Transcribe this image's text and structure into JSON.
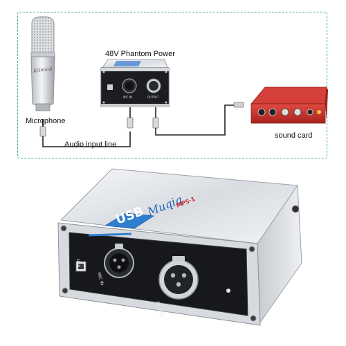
{
  "diagram": {
    "microphone_label": "Microphone",
    "phantom_label": "48V Phantom Power",
    "audio_line_label": "Audio input line",
    "sound_card_label": "sound card",
    "small_box": {
      "mic_in": "MIC IN",
      "output": "OUTPUT"
    }
  },
  "product": {
    "brand": "Muqiq",
    "model": "MPS-1",
    "usb_badge": "USB",
    "port_usb": "USB",
    "port_mic_in": "MIC IN",
    "port_output": "OUTPUT"
  },
  "colors": {
    "frame": "#3aa6a0",
    "usb_badge": "#2f7fd0",
    "sound_card": "#c8322c",
    "box_body": "#e6e8ec"
  }
}
